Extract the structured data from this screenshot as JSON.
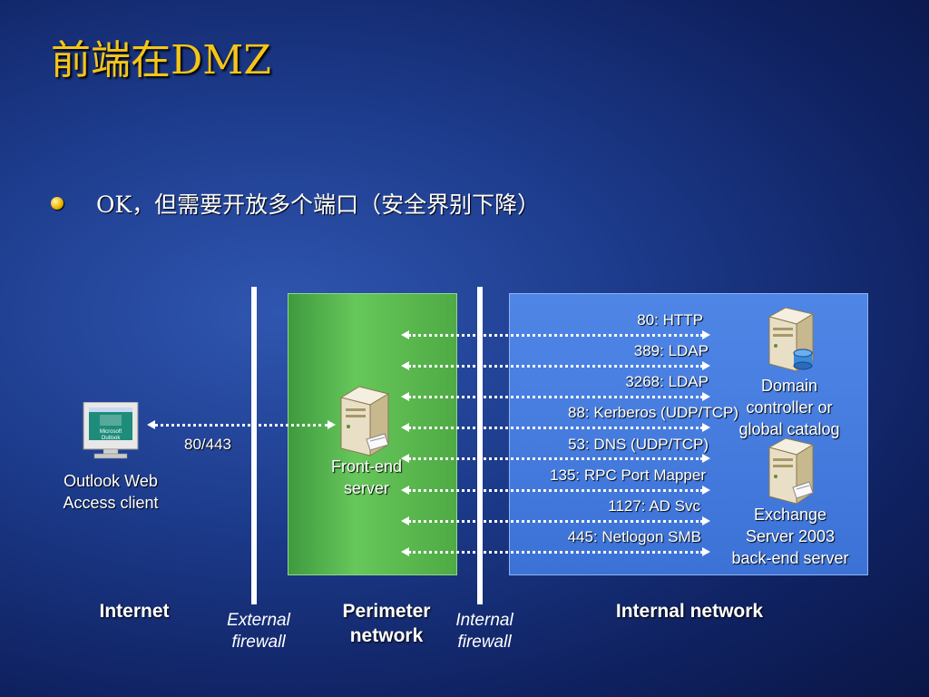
{
  "title": "前端在DMZ",
  "bullet": "OK，但需要开放多个端口（安全界别下降）",
  "client_label": "Outlook Web\nAccess client",
  "client_screen_text": "Microsoft\nOutlook",
  "client_port": "80/443",
  "frontend_label": "Front-end\nserver",
  "dc_label": "Domain\ncontroller or\nglobal catalog",
  "exchange_label": "Exchange\nServer 2003\nback-end server",
  "ports": [
    "80: HTTP",
    "389: LDAP",
    "3268: LDAP",
    "88: Kerberos (UDP/TCP)",
    "53: DNS (UDP/TCP)",
    "135: RPC Port Mapper",
    "1127: AD Svc",
    "445: Netlogon SMB"
  ],
  "zones": {
    "internet": "Internet",
    "external_firewall": "External\nfirewall",
    "perimeter": "Perimeter\nnetwork",
    "internal_firewall": "Internal\nfirewall",
    "internal": "Internal network"
  },
  "colors": {
    "title": "#f5c518",
    "perimeter_zone": "#5cbf52",
    "internal_zone": "#3f78dc"
  }
}
